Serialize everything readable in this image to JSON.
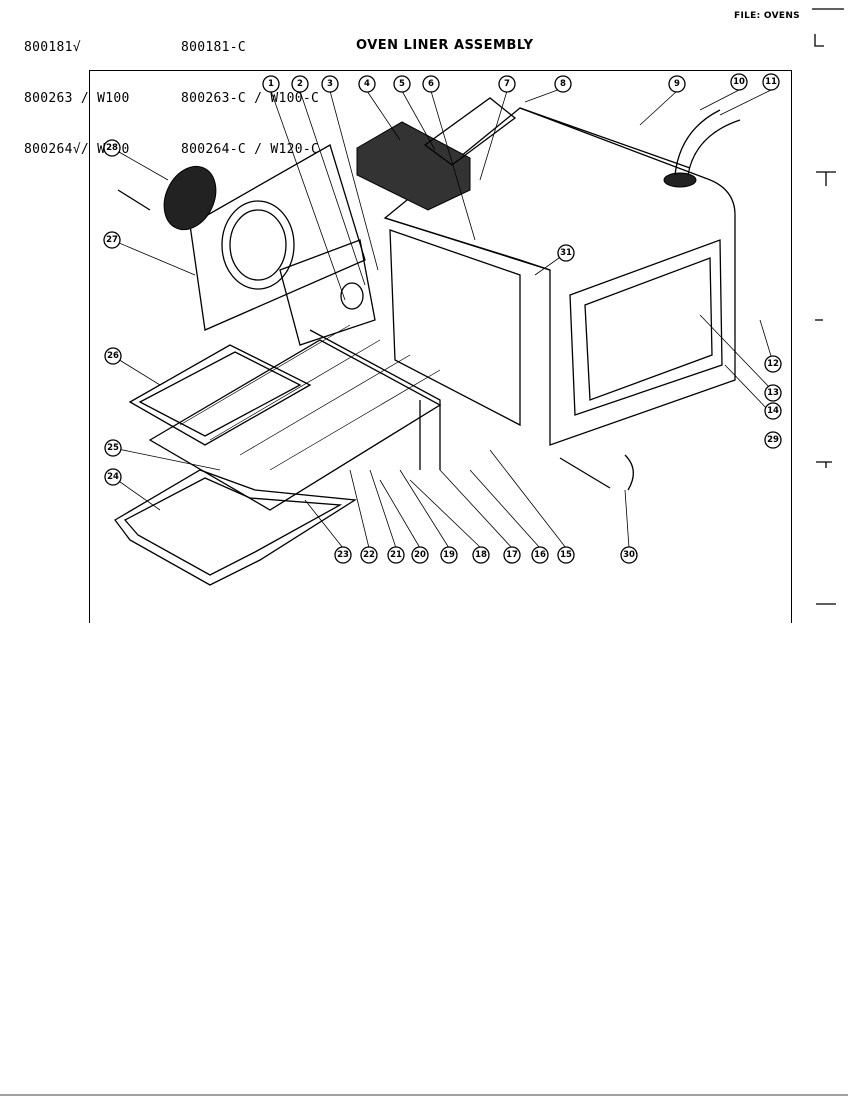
{
  "header": {
    "left_lines": [
      "800181√",
      "800263 / W100",
      "800264√/ W120"
    ],
    "right_lines": [
      "800181-C",
      "800263-C / W100-C",
      "800264-C / W120-C"
    ],
    "title": "OVEN LINER ASSEMBLY",
    "file_label": "FILE: OVENS"
  },
  "callouts": [
    "1",
    "2",
    "3",
    "4",
    "5",
    "6",
    "7",
    "8",
    "9",
    "10",
    "11",
    "12",
    "13",
    "14",
    "15",
    "16",
    "17",
    "18",
    "19",
    "20",
    "21",
    "22",
    "23",
    "24",
    "25",
    "26",
    "27",
    "28",
    "29",
    "30",
    "31"
  ]
}
